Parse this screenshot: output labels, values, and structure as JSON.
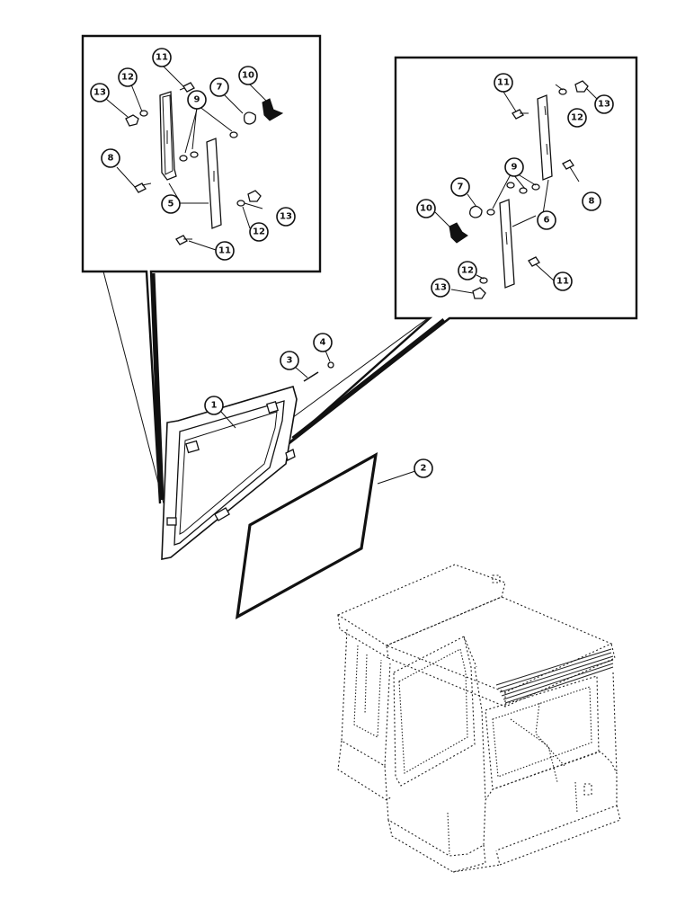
{
  "callouts": {
    "n1": "1",
    "n2": "2",
    "n3": "3",
    "n4": "4",
    "n5": "5",
    "n6": "6",
    "n7": "7",
    "n8": "8",
    "n9": "9",
    "n10": "10",
    "n11": "11",
    "n12": "12",
    "n13": "13"
  },
  "colors": {
    "ink": "#111111",
    "paper": "#ffffff"
  }
}
